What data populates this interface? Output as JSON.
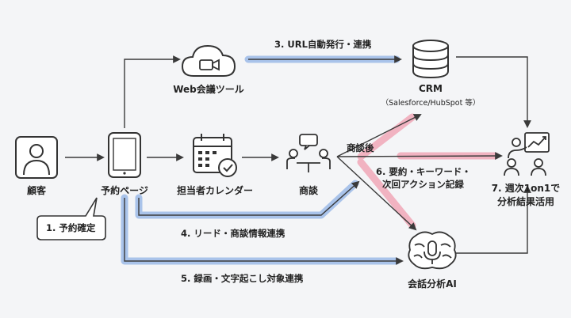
{
  "nodes": {
    "customer": {
      "label": "顧客"
    },
    "booking_page": {
      "label": "予約ページ"
    },
    "web_meeting": {
      "label": "Web会議ツール"
    },
    "calendar": {
      "label": "担当者カレンダー"
    },
    "meeting": {
      "label": "商談"
    },
    "crm": {
      "label": "CRM",
      "sublabel": "（Salesforce/HubSpot 等）"
    },
    "ai": {
      "label": "会話分析AI"
    },
    "analysis": {
      "label_line1": "7. 週次1on1で",
      "label_line2": "分析結果活用"
    }
  },
  "edges": {
    "e1": "1. 予約確定",
    "e3": "3. URL自動発行・連携",
    "e4": "4. リード・商談情報連携",
    "e5": "5. 録画・文字起こし対象連携",
    "e6_line1": "6. 要約・キーワード・",
    "e6_line2": "次回アクション記録",
    "after_meeting": "商談後"
  },
  "colors": {
    "blue_highlight": "#a9c3ea",
    "pink_highlight": "#f1b3c1",
    "stroke": "#3a3a3a",
    "background": "#f4f5f7"
  }
}
